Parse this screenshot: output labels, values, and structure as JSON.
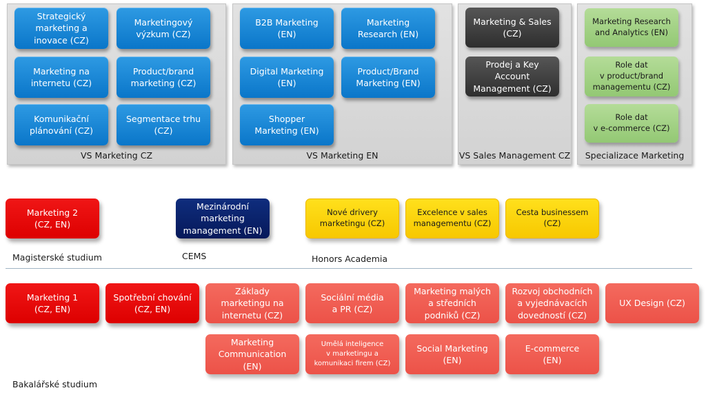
{
  "panels": {
    "vs_marketing_cz": {
      "label": "VS Marketing CZ",
      "items": [
        "Strategický\nmarketing a\ninovace (CZ)",
        "Marketingový\nvýzkum (CZ)",
        "Marketing na\ninternetu (CZ)",
        "Product/brand\nmarketing (CZ)",
        "Komunikační\nplánování (CZ)",
        "Segmentace trhu\n(CZ)"
      ]
    },
    "vs_marketing_en": {
      "label": "VS Marketing EN",
      "items": [
        "B2B Marketing\n(EN)",
        "Marketing\nResearch (EN)",
        "Digital Marketing\n(EN)",
        "Product/Brand\nMarketing (EN)",
        "Shopper\nMarketing (EN)"
      ]
    },
    "vs_sales_management_cz": {
      "label": "VS Sales Management CZ",
      "items": [
        "Marketing & Sales\n(CZ)",
        "Prodej a Key\nAccount\nManagement (CZ)"
      ]
    },
    "specializace_marketing": {
      "label": "Specializace Marketing",
      "items": [
        "Marketing Research\nand Analytics (EN)",
        "Role dat\nv product/brand\nmanagementu (CZ)",
        "Role dat\nv e-commerce (CZ)"
      ]
    }
  },
  "masters": {
    "label": "Magisterské studium",
    "program": "Marketing 2\n(CZ, EN)"
  },
  "cems": {
    "label": "CEMS",
    "program": "Mezinárodní\nmarketing\nmanagement (EN)"
  },
  "honors": {
    "label": "Honors Academia",
    "items": [
      "Nové drivery\nmarketingu (CZ)",
      "Excelence  v sales\nmanagementu (CZ)",
      "Cesta businessem\n(CZ)"
    ]
  },
  "bachelor": {
    "label": "Bakalářské studium",
    "program": "Marketing 1\n(CZ, EN)",
    "core": "Spotřební chování\n(CZ, EN)",
    "row1": [
      "Základy\nmarketingu na\ninternetu (CZ)",
      "Sociální média\na PR (CZ)",
      "Marketing malých\na středních\npodniků (CZ)",
      "Rozvoj obchodních\na vyjednávacích\ndovedností (CZ)",
      "UX Design (CZ)"
    ],
    "row2": [
      "Marketing\nCommunication\n(EN)",
      "Umělá inteligence\nv marketingu a\nkomunikaci firem (CZ)",
      "Social Marketing\n(EN)",
      "E-commerce\n(EN)"
    ]
  },
  "colors": {
    "blue": "#0a76c9",
    "dark_gray": "#3a3a3a",
    "green": "#9fd080",
    "red": "#e60000",
    "salmon": "#f05a50",
    "navy": "#0a2068",
    "yellow": "#ffd700",
    "panel_gray": "#d8d8d8"
  }
}
